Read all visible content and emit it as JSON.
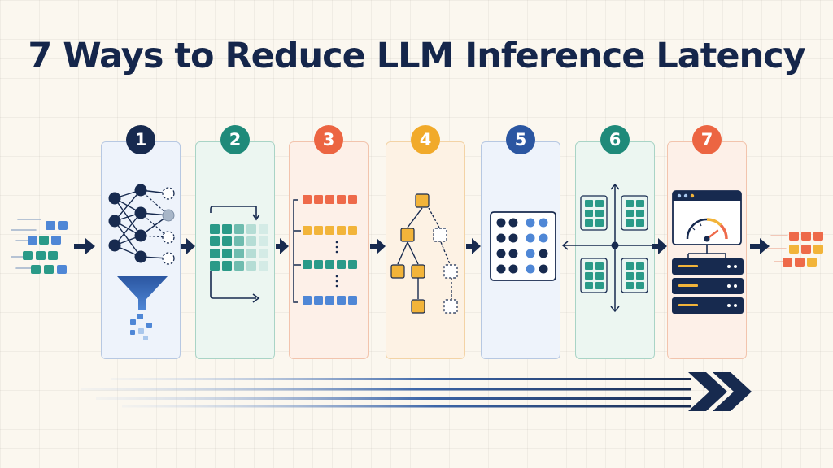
{
  "title": "7 Ways to Reduce LLM Inference Latency",
  "steps": [
    {
      "number": "1",
      "icon": "pruning-funnel-icon",
      "color": "#172a4f",
      "panel_bg": "#eef3fb",
      "panel_border": "#b7c8e2"
    },
    {
      "number": "2",
      "icon": "kv-cache-grid-icon",
      "color": "#1f8a7a",
      "panel_bg": "#ecf6f1",
      "panel_border": "#a9d4c6"
    },
    {
      "number": "3",
      "icon": "batching-rows-icon",
      "color": "#ec6542",
      "panel_bg": "#fdf0e8",
      "panel_border": "#f2c4ad"
    },
    {
      "number": "4",
      "icon": "speculative-tree-icon",
      "color": "#f1aa2a",
      "panel_bg": "#fdf2e4",
      "panel_border": "#f3d3a5"
    },
    {
      "number": "5",
      "icon": "quantization-matrix-icon",
      "color": "#2b56a1",
      "panel_bg": "#eef3fb",
      "panel_border": "#b7c8e2"
    },
    {
      "number": "6",
      "icon": "parallelism-grid-icon",
      "color": "#1f8a7a",
      "panel_bg": "#ecf6f1",
      "panel_border": "#a9d4c6"
    },
    {
      "number": "7",
      "icon": "server-speedometer-icon",
      "color": "#ec6542",
      "panel_bg": "#fdf0e8",
      "panel_border": "#f2c4ad"
    }
  ],
  "colors": {
    "navy": "#172a4f",
    "teal": "#2a9a88",
    "blue": "#4f87d6",
    "orange": "#ee6a4a",
    "amber": "#f2b43a",
    "light_blue": "#a9c7ec"
  }
}
